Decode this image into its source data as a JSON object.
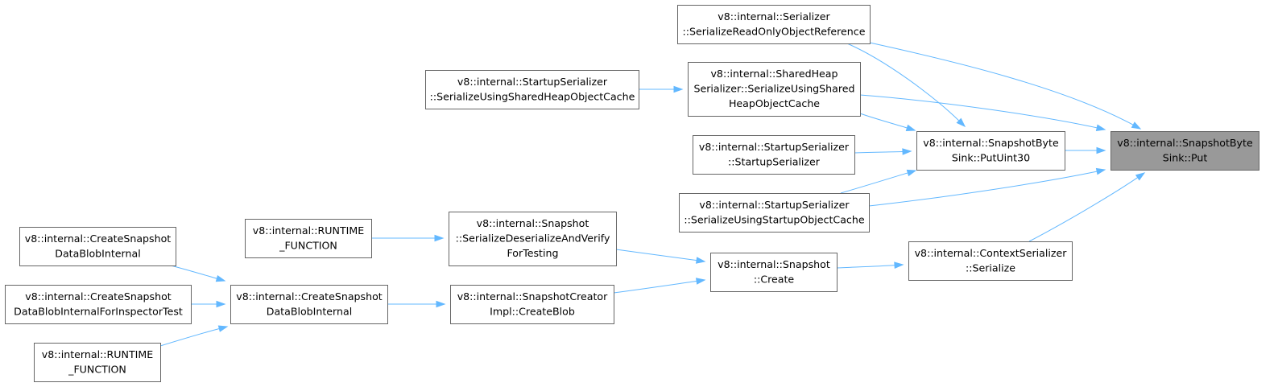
{
  "diagram": {
    "type": "caller-graph",
    "colors": {
      "edge": "#63b8ff",
      "node_border": "#666666",
      "root_fill": "#999999",
      "node_fill": "#ffffff"
    },
    "nodes": [
      {
        "id": "put",
        "lines": [
          "v8::internal::SnapshotByte",
          "Sink::Put"
        ],
        "root": true
      },
      {
        "id": "ser_ro",
        "lines": [
          "v8::internal::Serializer",
          "::SerializeReadOnlyObjectReference"
        ]
      },
      {
        "id": "shared_heap",
        "lines": [
          "v8::internal::SharedHeap",
          "Serializer::SerializeUsingShared",
          "HeapObjectCache"
        ]
      },
      {
        "id": "startup_shared",
        "lines": [
          "v8::internal::StartupSerializer",
          "::SerializeUsingSharedHeapObjectCache"
        ]
      },
      {
        "id": "putuint30",
        "lines": [
          "v8::internal::SnapshotByte",
          "Sink::PutUint30"
        ]
      },
      {
        "id": "startup_ctor",
        "lines": [
          "v8::internal::StartupSerializer",
          "::StartupSerializer"
        ]
      },
      {
        "id": "startup_obj",
        "lines": [
          "v8::internal::StartupSerializer",
          "::SerializeUsingStartupObjectCache"
        ]
      },
      {
        "id": "context_ser",
        "lines": [
          "v8::internal::ContextSerializer",
          "::Serialize"
        ]
      },
      {
        "id": "snap_create",
        "lines": [
          "v8::internal::Snapshot",
          "::Create"
        ]
      },
      {
        "id": "snap_verify",
        "lines": [
          "v8::internal::Snapshot",
          "::SerializeDeserializeAndVerify",
          "ForTesting"
        ]
      },
      {
        "id": "runtime1",
        "lines": [
          "v8::internal::RUNTIME",
          "_FUNCTION"
        ]
      },
      {
        "id": "creator_blob",
        "lines": [
          "v8::internal::SnapshotCreator",
          "Impl::CreateBlob"
        ]
      },
      {
        "id": "create_blob_int",
        "lines": [
          "v8::internal::CreateSnapshot",
          "DataBlobInternal"
        ]
      },
      {
        "id": "create_blob_int2",
        "lines": [
          "v8::internal::CreateSnapshot",
          "DataBlobInternal"
        ]
      },
      {
        "id": "create_blob_insp",
        "lines": [
          "v8::internal::CreateSnapshot",
          "DataBlobInternalForInspectorTest"
        ]
      },
      {
        "id": "runtime2",
        "lines": [
          "v8::internal::RUNTIME",
          "_FUNCTION"
        ]
      }
    ],
    "edges": [
      {
        "from": "ser_ro",
        "to": "put"
      },
      {
        "from": "ser_ro",
        "to": "putuint30"
      },
      {
        "from": "shared_heap",
        "to": "put"
      },
      {
        "from": "shared_heap",
        "to": "putuint30"
      },
      {
        "from": "startup_shared",
        "to": "shared_heap"
      },
      {
        "from": "putuint30",
        "to": "put"
      },
      {
        "from": "startup_ctor",
        "to": "putuint30"
      },
      {
        "from": "startup_obj",
        "to": "put"
      },
      {
        "from": "startup_obj",
        "to": "putuint30"
      },
      {
        "from": "context_ser",
        "to": "put"
      },
      {
        "from": "snap_create",
        "to": "context_ser"
      },
      {
        "from": "snap_verify",
        "to": "snap_create"
      },
      {
        "from": "runtime1",
        "to": "snap_verify"
      },
      {
        "from": "creator_blob",
        "to": "snap_create"
      },
      {
        "from": "create_blob_int",
        "to": "creator_blob"
      },
      {
        "from": "create_blob_int2",
        "to": "create_blob_int"
      },
      {
        "from": "create_blob_insp",
        "to": "create_blob_int"
      },
      {
        "from": "runtime2",
        "to": "create_blob_int"
      }
    ]
  }
}
